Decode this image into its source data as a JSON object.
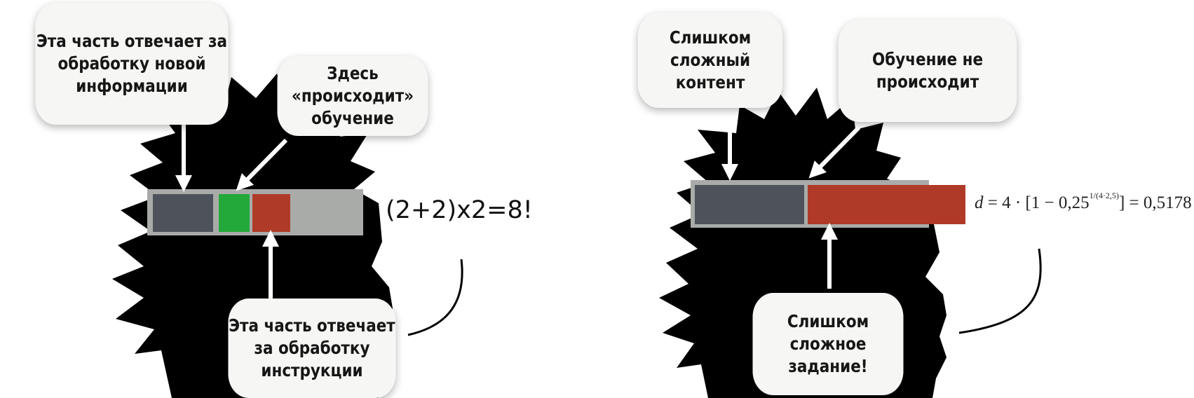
{
  "left_panel": {
    "callouts": {
      "new_info": "Эта часть отвечает за\nобработку новой\nинформации",
      "learning": "Здесь\n«происходит»\nобучение",
      "instruction": "Эта часть отвечает\nза обработку\nинструкции"
    },
    "equation": "(2+2)x2=8!",
    "memory_bar": {
      "segments": [
        {
          "name": "new-information",
          "color": "#4e535b"
        },
        {
          "name": "learning",
          "color": "#23a93a"
        },
        {
          "name": "instruction",
          "color": "#b03a28"
        },
        {
          "name": "free",
          "color": "#a9aba9"
        }
      ]
    }
  },
  "right_panel": {
    "callouts": {
      "complex_content": "Слишком\nсложный\nконтент",
      "no_learning": "Обучение не\nпроисходит",
      "complex_task": "Слишком\nсложное\nзадание!"
    },
    "formula": {
      "lhs": "d",
      "body": " = 4 · [1 − 0,25",
      "exponent": "1/(4·2,5)",
      "rhs": "] = 0,5178"
    },
    "memory_bar": {
      "segments": [
        {
          "name": "complex-content",
          "color": "#4e535b"
        },
        {
          "name": "overflowing-task",
          "color": "#b03a28"
        }
      ]
    }
  },
  "colors": {
    "silhouette": "#000000",
    "callout_bg": "#f6f6f4",
    "bar_frame": "#a9aba9"
  }
}
